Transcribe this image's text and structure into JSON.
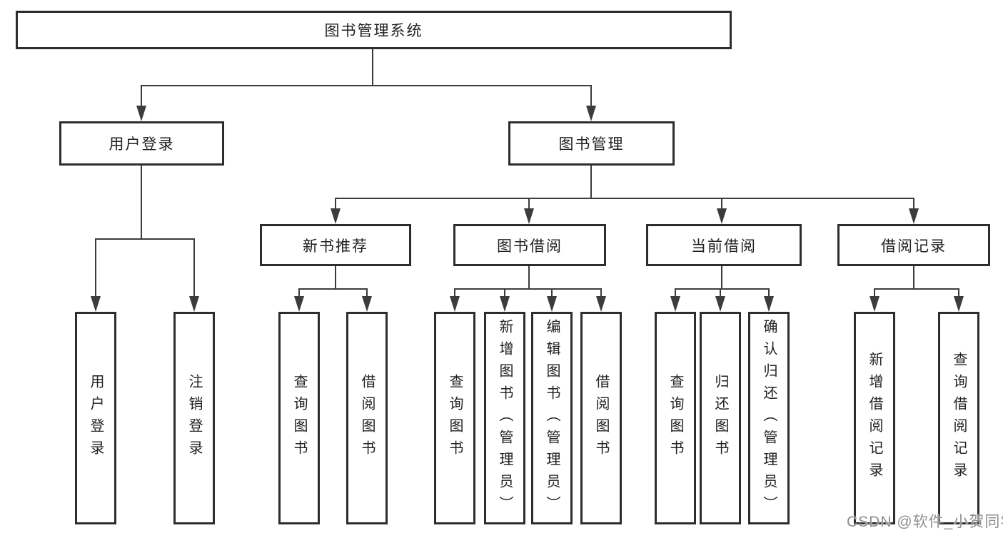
{
  "tree": {
    "root": "图书管理系统",
    "branches": [
      {
        "label": "用户登录",
        "children": [
          "用户登录",
          "注销登录"
        ]
      },
      {
        "label": "图书管理",
        "groups": [
          {
            "label": "新书推荐",
            "children": [
              "查询图书",
              "借阅图书"
            ]
          },
          {
            "label": "图书借阅",
            "children": [
              "查询图书",
              "新增图书（管理员）",
              "编辑图书（管理员）",
              "借阅图书"
            ]
          },
          {
            "label": "当前借阅",
            "children": [
              "查询图书",
              "归还图书",
              "确认归还（管理员）"
            ]
          },
          {
            "label": "借阅记录",
            "children": [
              "新增借阅记录",
              "查询借阅记录"
            ]
          }
        ]
      }
    ]
  },
  "watermark": "CSDN @软件_小贺同学",
  "colors": {
    "background": "#ffffff",
    "box_border": "#2d2d2d",
    "connector_line": "#3c3c3c",
    "label_text": "#212121",
    "watermark_text": "#8f8f8f"
  }
}
